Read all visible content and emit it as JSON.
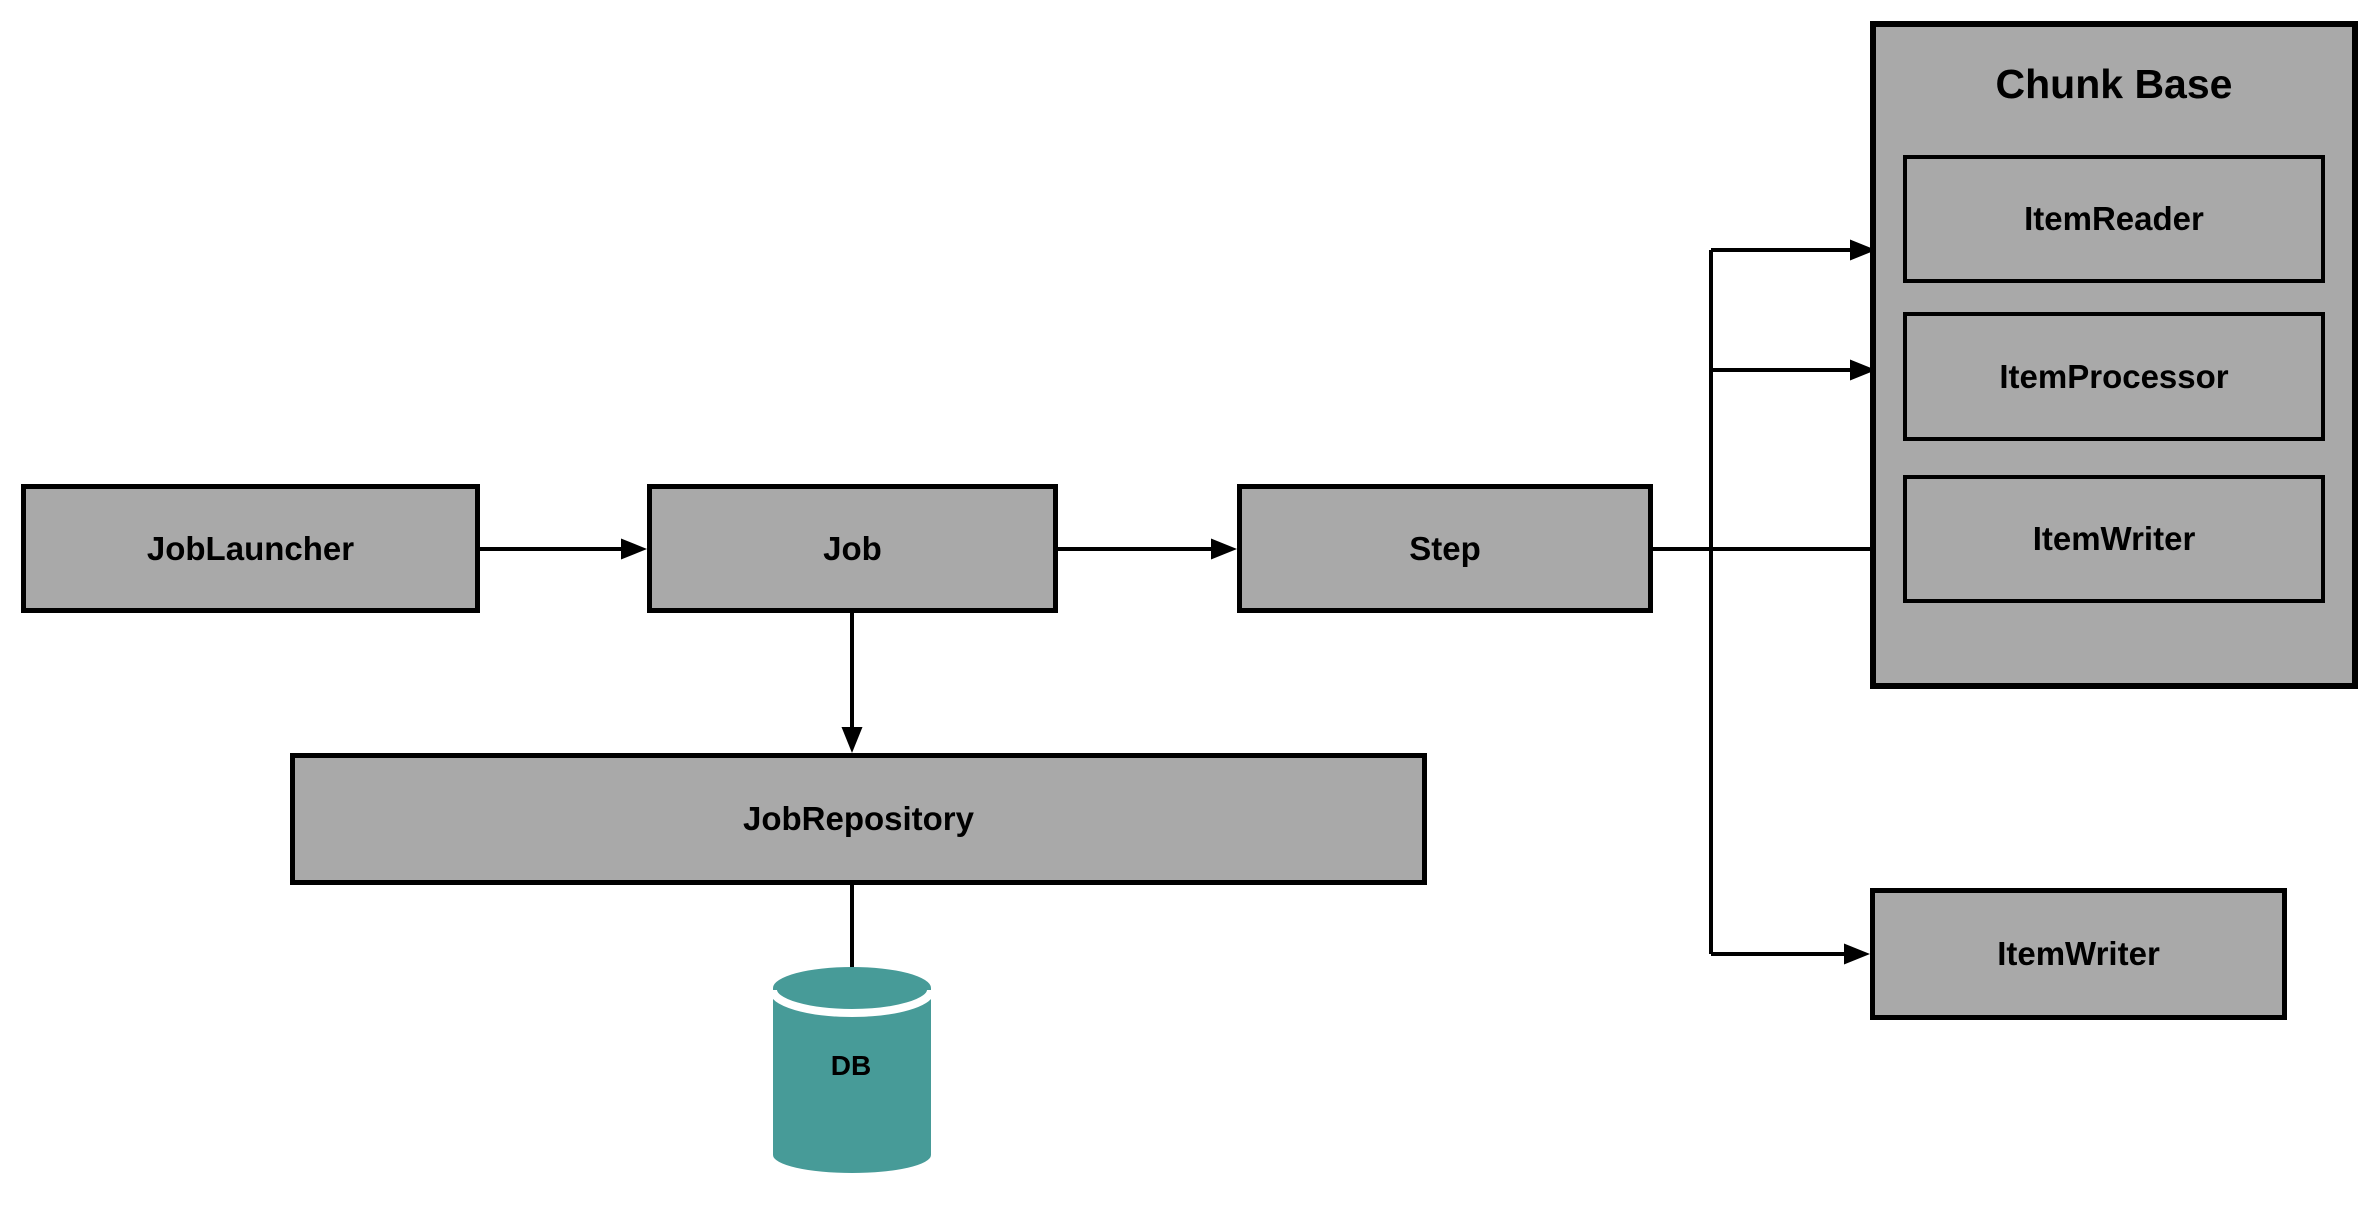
{
  "diagram": {
    "nodes": {
      "job_launcher": {
        "label": "JobLauncher"
      },
      "job": {
        "label": "Job"
      },
      "step": {
        "label": "Step"
      },
      "job_repository": {
        "label": "JobRepository"
      },
      "db": {
        "label": "DB",
        "shape": "cylinder"
      },
      "chunk_base": {
        "title": "Chunk Base"
      },
      "item_reader": {
        "label": "ItemReader"
      },
      "item_processor": {
        "label": "ItemProcessor"
      },
      "item_writer_chunk": {
        "label": "ItemWriter"
      },
      "item_writer_standalone": {
        "label": "ItemWriter"
      }
    },
    "edges": [
      {
        "from": "JobLauncher",
        "to": "Job"
      },
      {
        "from": "Job",
        "to": "Step"
      },
      {
        "from": "Job",
        "to": "JobRepository"
      },
      {
        "from": "JobRepository",
        "to": "DB"
      },
      {
        "from": "Step",
        "to": "ItemReader (Chunk Base)"
      },
      {
        "from": "Step",
        "to": "ItemProcessor (Chunk Base)"
      },
      {
        "from": "Step",
        "to": "ItemWriter (Chunk Base)"
      },
      {
        "from": "Step",
        "to": "ItemWriter"
      }
    ],
    "colors": {
      "node_fill": "#a9a9a9",
      "node_border": "#000000",
      "connector": "#000000",
      "db_fill": "#479b98",
      "db_separator": "#ffffff",
      "background": "#ffffff"
    }
  }
}
